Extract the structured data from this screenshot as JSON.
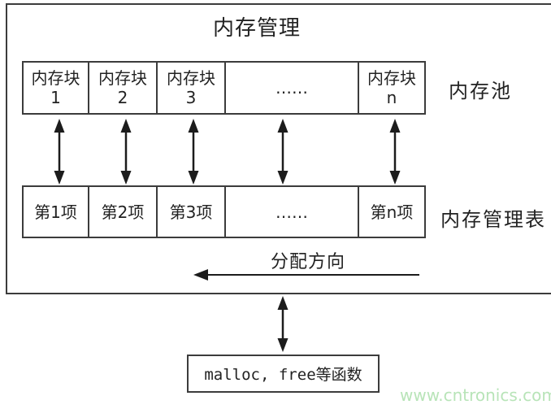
{
  "diagram": {
    "title": "内存管理",
    "memory_pool": {
      "label": "内存池",
      "cells": [
        {
          "line1": "内存块",
          "line2": "1"
        },
        {
          "line1": "内存块",
          "line2": "2"
        },
        {
          "line1": "内存块",
          "line2": "3"
        },
        {
          "line1": "……",
          "line2": ""
        },
        {
          "line1": "内存块",
          "line2": "n"
        }
      ]
    },
    "management_table": {
      "label": "内存管理表",
      "cells": [
        "第1项",
        "第2项",
        "第3项",
        "……",
        "第n项"
      ]
    },
    "allocation_direction_label": "分配方向",
    "functions_box_label": "malloc, free等函数",
    "watermark": "www.cntronics.com",
    "colors": {
      "line": "#3c3c3c",
      "arrow": "#1c1c1c",
      "text": "#222222",
      "watermark": "#b8e4b8"
    }
  }
}
